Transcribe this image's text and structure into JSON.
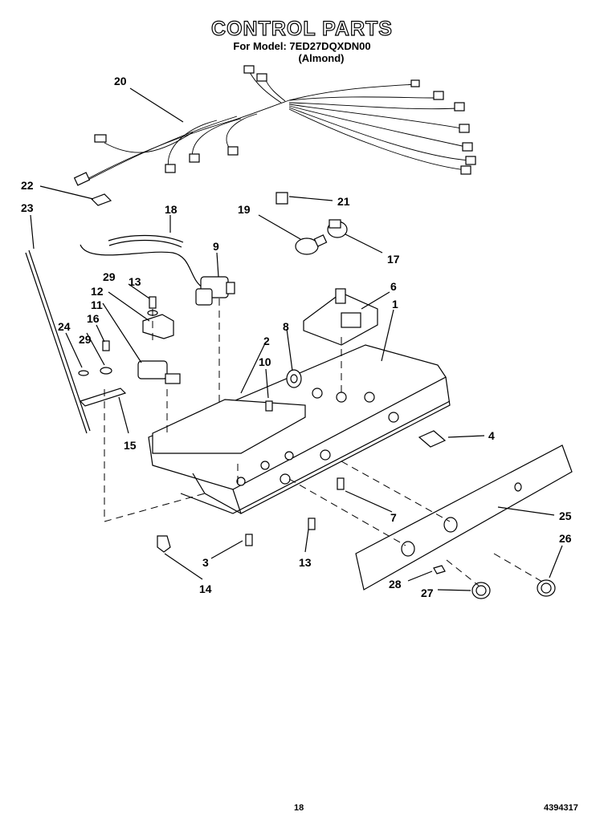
{
  "header": {
    "title": "CONTROL PARTS",
    "model_line": "For Model: 7ED27DQXDN00",
    "color_line": "(Almond)"
  },
  "callouts": [
    "1",
    "2",
    "3",
    "4",
    "6",
    "7",
    "8",
    "9",
    "10",
    "11",
    "12",
    "13",
    "13",
    "14",
    "15",
    "16",
    "17",
    "18",
    "19",
    "20",
    "21",
    "22",
    "23",
    "24",
    "25",
    "26",
    "27",
    "28",
    "29",
    "29"
  ],
  "footer": {
    "page_number": "18",
    "document_number": "4394317"
  }
}
